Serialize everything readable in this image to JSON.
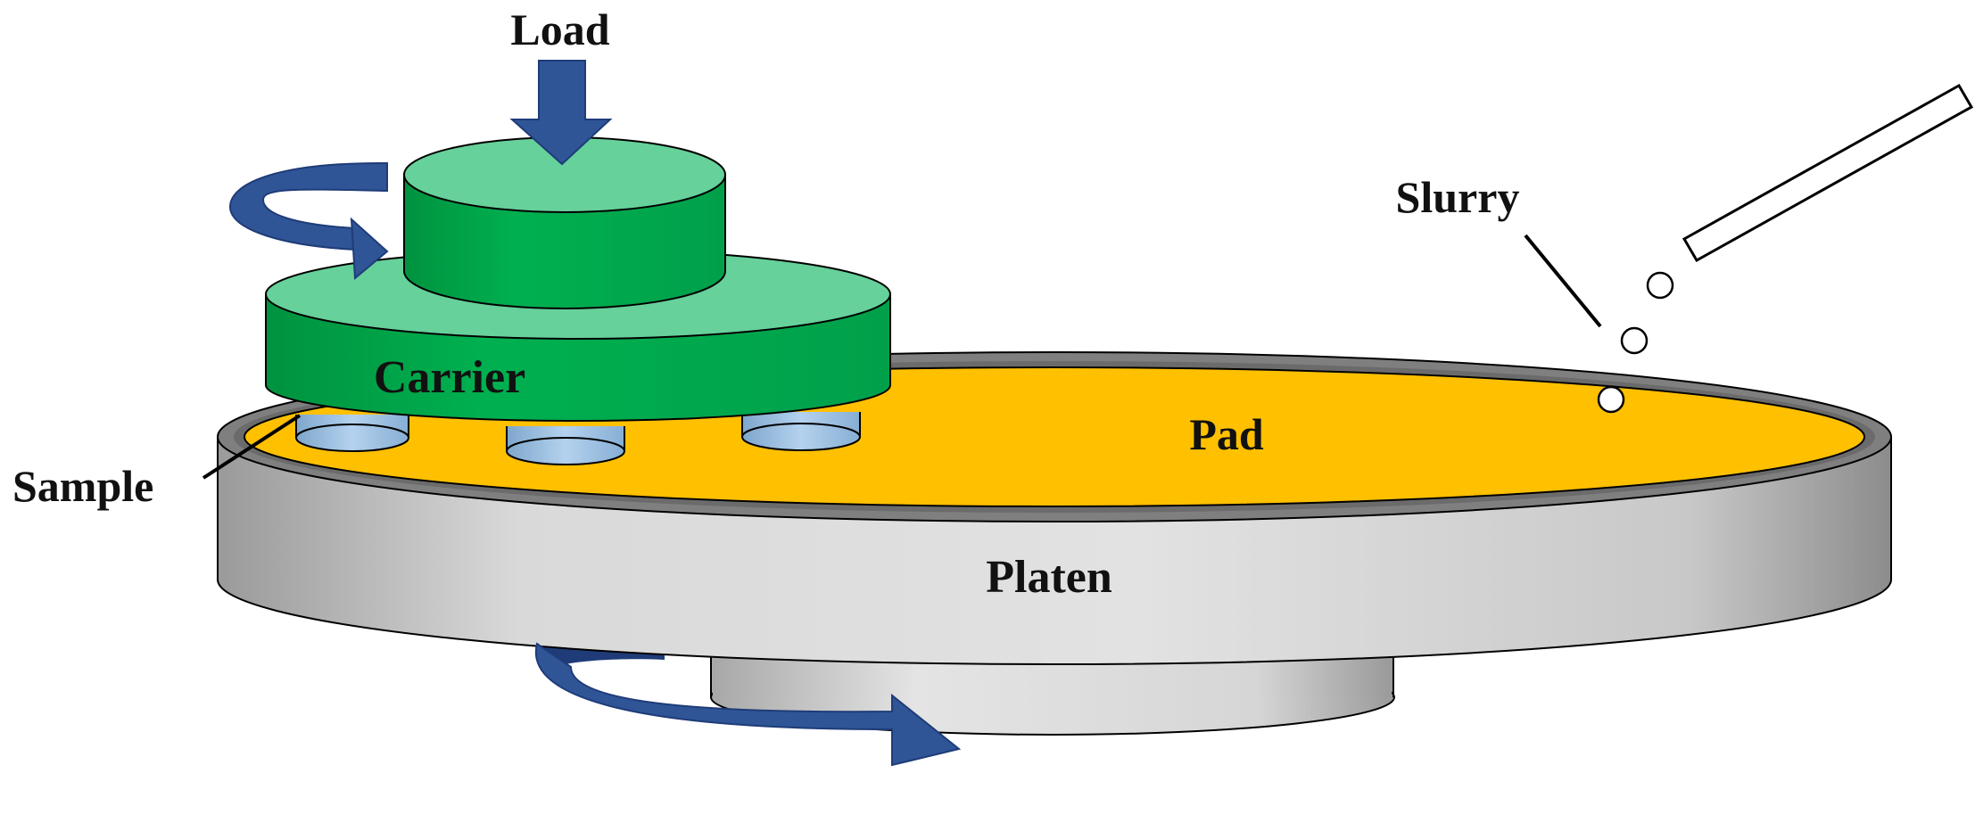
{
  "labels": {
    "load": "Load",
    "carrier": "Carrier",
    "sample": "Sample",
    "pad": "Pad",
    "platen": "Platen",
    "slurry": "Slurry"
  },
  "colors": {
    "carrier_body": "#00AA4E",
    "carrier_top": "#66D19A",
    "pad": "#FFC000",
    "platen_side": "#D4D4D4",
    "platen_rim": "#7F7F7F",
    "sample": "#9DC3E6",
    "arrow": "#2F5597",
    "outline": "#000000"
  }
}
